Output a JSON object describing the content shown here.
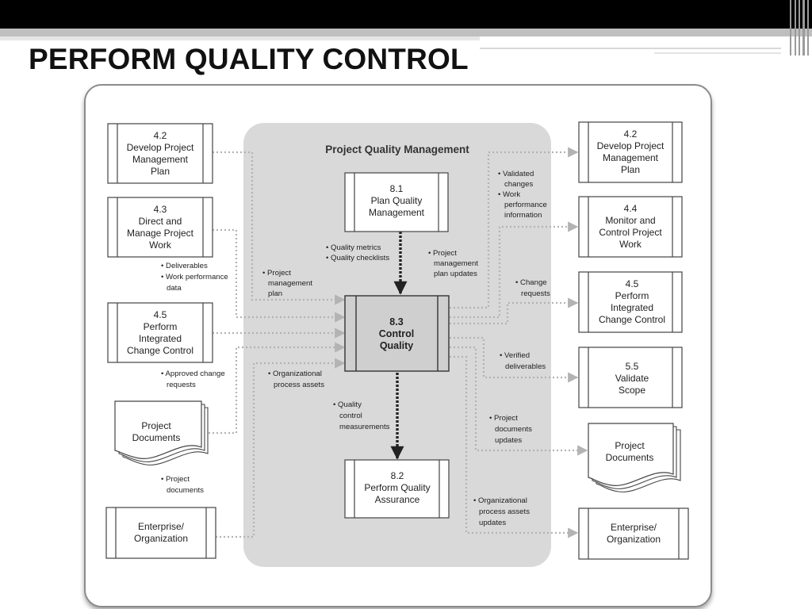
{
  "slide": {
    "title": "PERFORM QUALITY CONTROL"
  },
  "diagram": {
    "area_title": "Project Quality Management",
    "colors": {
      "area": "#d9d9d9",
      "center_box": "#cfcfcf",
      "dotted": "#b3b3b3",
      "box_border": "#444444"
    },
    "inputs": {
      "box_4_2": [
        "4.2",
        "Develop Project",
        "Management",
        "Plan"
      ],
      "box_4_3": [
        "4.3",
        "Direct and",
        "Manage Project",
        "Work"
      ],
      "box_4_5": [
        "4.5",
        "Perform",
        "Integrated",
        "Change Control"
      ],
      "project_documents": [
        "Project",
        "Documents"
      ],
      "enterprise": [
        "Enterprise/",
        "Organization"
      ]
    },
    "outputs": {
      "box_4_2": [
        "4.2",
        "Develop Project",
        "Management",
        "Plan"
      ],
      "box_4_4": [
        "4.4",
        "Monitor and",
        "Control Project",
        "Work"
      ],
      "box_4_5": [
        "4.5",
        "Perform",
        "Integrated",
        "Change Control"
      ],
      "box_5_5": [
        "5.5",
        "Validate",
        "Scope"
      ],
      "project_documents": [
        "Project",
        "Documents"
      ],
      "enterprise": [
        "Enterprise/",
        "Organization"
      ]
    },
    "center": {
      "plan_quality": [
        "8.1",
        "Plan Quality",
        "Management"
      ],
      "control_quality": [
        "8.3",
        "Control",
        "Quality"
      ],
      "perform_qa": [
        "8.2",
        "Perform Quality",
        "Assurance"
      ]
    },
    "labels": {
      "deliverables": [
        "• Deliverables",
        "• Work performance",
        "data"
      ],
      "pm_plan": [
        "• Project",
        "management",
        "plan"
      ],
      "approved_cr": [
        "• Approved change",
        "requests"
      ],
      "opa": [
        "• Organizational",
        "process assets"
      ],
      "project_documents_in": [
        "• Project",
        "documents"
      ],
      "quality_metrics": [
        "• Quality metrics",
        "• Quality checklists"
      ],
      "pm_plan_updates": [
        "• Project",
        "management",
        "plan updates"
      ],
      "qc_measurements": [
        "• Quality",
        "control",
        "measurements"
      ],
      "validated_changes": [
        "• Validated",
        "changes",
        "• Work",
        "performance",
        "information"
      ],
      "change_requests": [
        "• Change",
        "requests"
      ],
      "verified_deliverables": [
        "• Verified",
        "deliverables"
      ],
      "project_documents_updates": [
        "• Project",
        "documents",
        "updates"
      ],
      "opa_updates": [
        "• Organizational",
        "process assets",
        "updates"
      ]
    }
  }
}
